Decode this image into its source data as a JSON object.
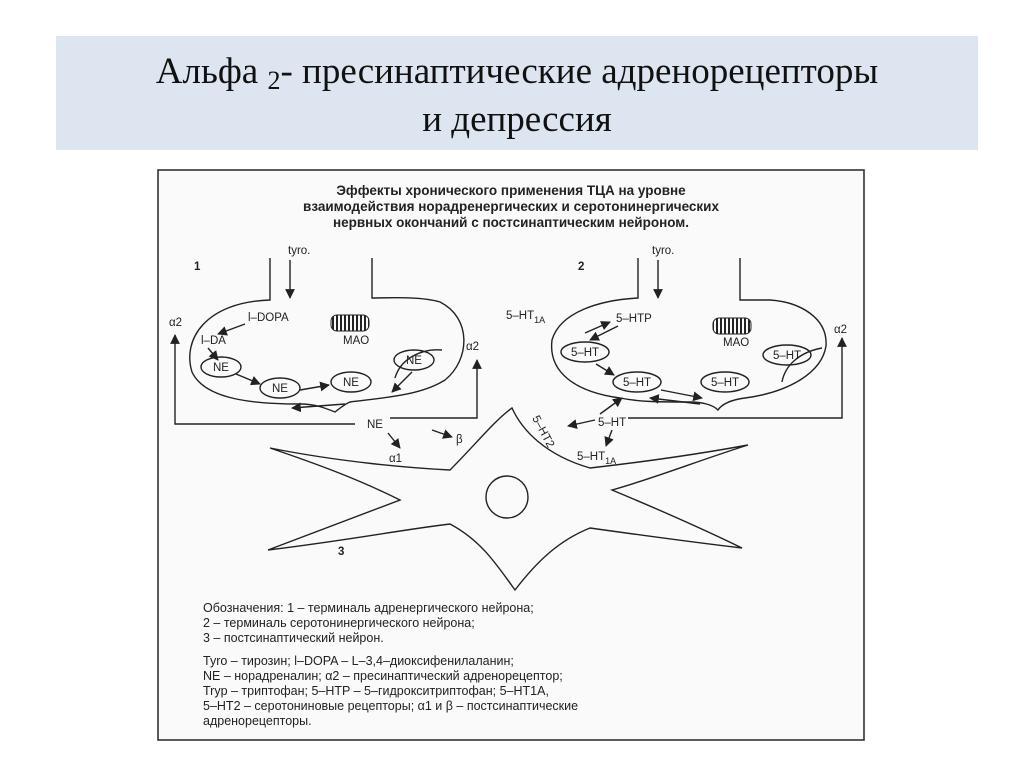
{
  "slide": {
    "title_line1": "Альфа ",
    "title_sub": "2",
    "title_line1_rest": "- пресинаптические адренорецепторы",
    "title_line2": "и депрессия"
  },
  "diagram": {
    "heading_lines": [
      "Эффекты хронического применения ТЦА на уровне",
      "взаимодействия норадренергических и серотонинергических",
      "нервных окончаний с постсинаптическим нейроном."
    ],
    "num1": "1",
    "num2": "2",
    "num3": "3",
    "t1": {
      "tyro": "tyro.",
      "ldopa": "l–DOPA",
      "lda": "l–DA",
      "mao": "MAO",
      "ne_a": "NE",
      "ne_b": "NE",
      "ne_c": "NE",
      "ne_d": "NE",
      "alpha2_left": "α2",
      "alpha2_right": "α2"
    },
    "t2": {
      "tyro": "tyro.",
      "htp": "5–HTP",
      "ht1a_main": "5–HT",
      "ht1a_sub": "1A",
      "mao": "MAO",
      "ht_a": "5–HT",
      "ht_b": "5–HT",
      "ht_c": "5–HT",
      "ht_d": "5–HT",
      "alpha2": "α2"
    },
    "synapse": {
      "ne": "NE",
      "beta": "β",
      "alpha1": "α1",
      "ht": "5–HT",
      "ht2": "5–HT2",
      "ht1a_main": "5–HT",
      "ht1a_sub": "1A"
    },
    "legend_lines": [
      "Обозначения: 1 – терминаль адренергического нейрона;",
      "2 – терминаль серотонинергического нейрона;",
      "3 – постсинаптический нейрон.",
      "Tyro – тирозин; l–DOPA – L–3,4–диоксифенилаланин;",
      "NE – норадреналин; α2 – пресинаптический адренорецептор;",
      "Tryp – триптофан; 5–HTP – 5–гидрокситриптофан; 5–HT1A,",
      "5–HT2 – серотониновые рецепторы; α1 и β – постсинаптические",
      "адренорецепторы."
    ]
  }
}
